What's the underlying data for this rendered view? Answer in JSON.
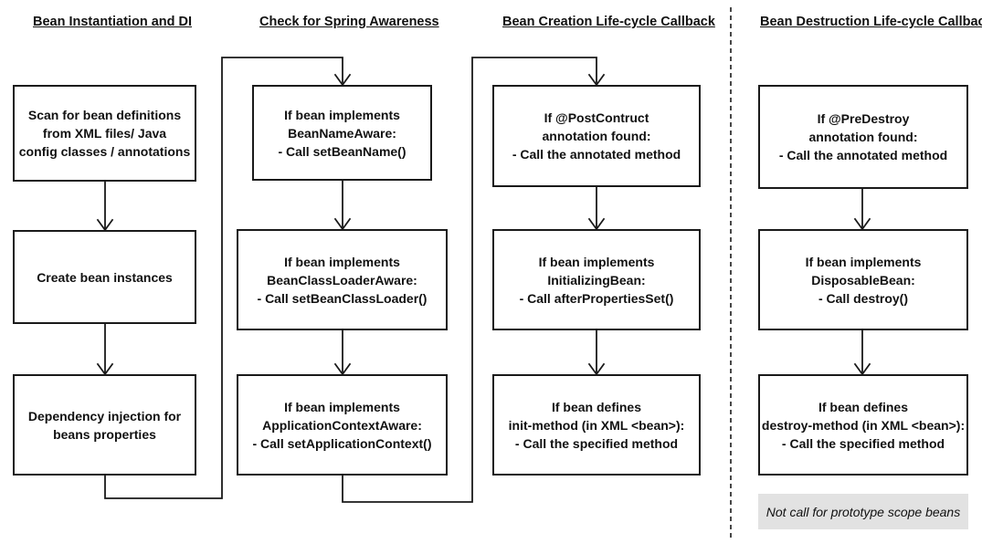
{
  "columns": [
    {
      "title": "Bean Instantiation and DI",
      "boxes": [
        {
          "lines": [
            "Scan for bean definitions",
            "from XML files/ Java",
            "config classes / annotations"
          ]
        },
        {
          "lines": [
            "Create bean instances"
          ]
        },
        {
          "lines": [
            "Dependency injection for",
            "beans properties"
          ]
        }
      ]
    },
    {
      "title": "Check for Spring Awareness",
      "boxes": [
        {
          "lines": [
            "If bean implements",
            "BeanNameAware:",
            "- Call setBeanName()"
          ]
        },
        {
          "lines": [
            "If  bean implements",
            "BeanClassLoaderAware:",
            "- Call setBeanClassLoader()"
          ]
        },
        {
          "lines": [
            "If bean implements",
            "ApplicationContextAware:",
            "- Call setApplicationContext()"
          ]
        }
      ]
    },
    {
      "title": "Bean Creation Life-cycle Callback",
      "boxes": [
        {
          "lines": [
            "If @PostContruct",
            "annotation found:",
            "- Call the annotated method"
          ]
        },
        {
          "lines": [
            "If  bean implements",
            "InitializingBean:",
            "- Call afterPropertiesSet()"
          ]
        },
        {
          "lines": [
            "If bean defines",
            "init-method (in XML <bean>):",
            "- Call the specified method"
          ]
        }
      ]
    },
    {
      "title": "Bean Destruction Life-cycle Callback",
      "boxes": [
        {
          "lines": [
            "If @PreDestroy",
            "annotation found:",
            "- Call the annotated method"
          ]
        },
        {
          "lines": [
            "If  bean implements",
            "DisposableBean:",
            "- Call destroy()"
          ]
        },
        {
          "lines": [
            "If bean defines",
            "destroy-method (in XML <bean>):",
            "- Call the specified method"
          ]
        }
      ]
    }
  ],
  "note": "Not call for prototype scope beans"
}
